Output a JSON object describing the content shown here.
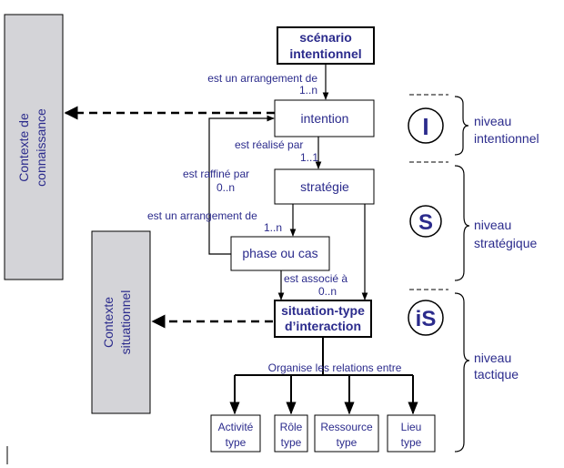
{
  "colors": {
    "text": "#2b2b8c",
    "panel_fill": "#d4d4d8",
    "line": "#000000"
  },
  "context_panels": {
    "knowledge": {
      "line1": "Contexte de",
      "line2": "connaissance"
    },
    "situational": {
      "line1": "Contexte",
      "line2": "situationnel"
    }
  },
  "boxes": {
    "scenario": {
      "line1": "scénario",
      "line2": "intentionnel"
    },
    "intention": "intention",
    "strategie": "stratégie",
    "phase": "phase ou cas",
    "situation": {
      "line1": "situation-type",
      "line2": "d’interaction"
    },
    "leaves": [
      {
        "line1": "Activité",
        "line2": "type"
      },
      {
        "line1": "Rôle",
        "line2": "type"
      },
      {
        "line1": "Ressource",
        "line2": "type"
      },
      {
        "line1": "Lieu",
        "line2": "type"
      }
    ]
  },
  "relations": {
    "arrangement_top": {
      "text": "est un arrangement de",
      "card": "1..n"
    },
    "realise": {
      "text": "est réalisé par",
      "card": "1..1"
    },
    "raffine": {
      "text": "est raffiné par",
      "card": "0..n"
    },
    "arrangement_mid": {
      "text": "est un arrangement de",
      "card": "1..n"
    },
    "associe": {
      "text": "est associé à",
      "card": "0..n"
    },
    "organise": "Organise les relations entre"
  },
  "levels": [
    {
      "symbol": "I",
      "line1": "niveau",
      "line2": "intentionnel"
    },
    {
      "symbol": "S",
      "line1": "niveau",
      "line2": "stratégique"
    },
    {
      "symbol": "iS",
      "line1": "niveau",
      "line2": "tactique"
    }
  ]
}
